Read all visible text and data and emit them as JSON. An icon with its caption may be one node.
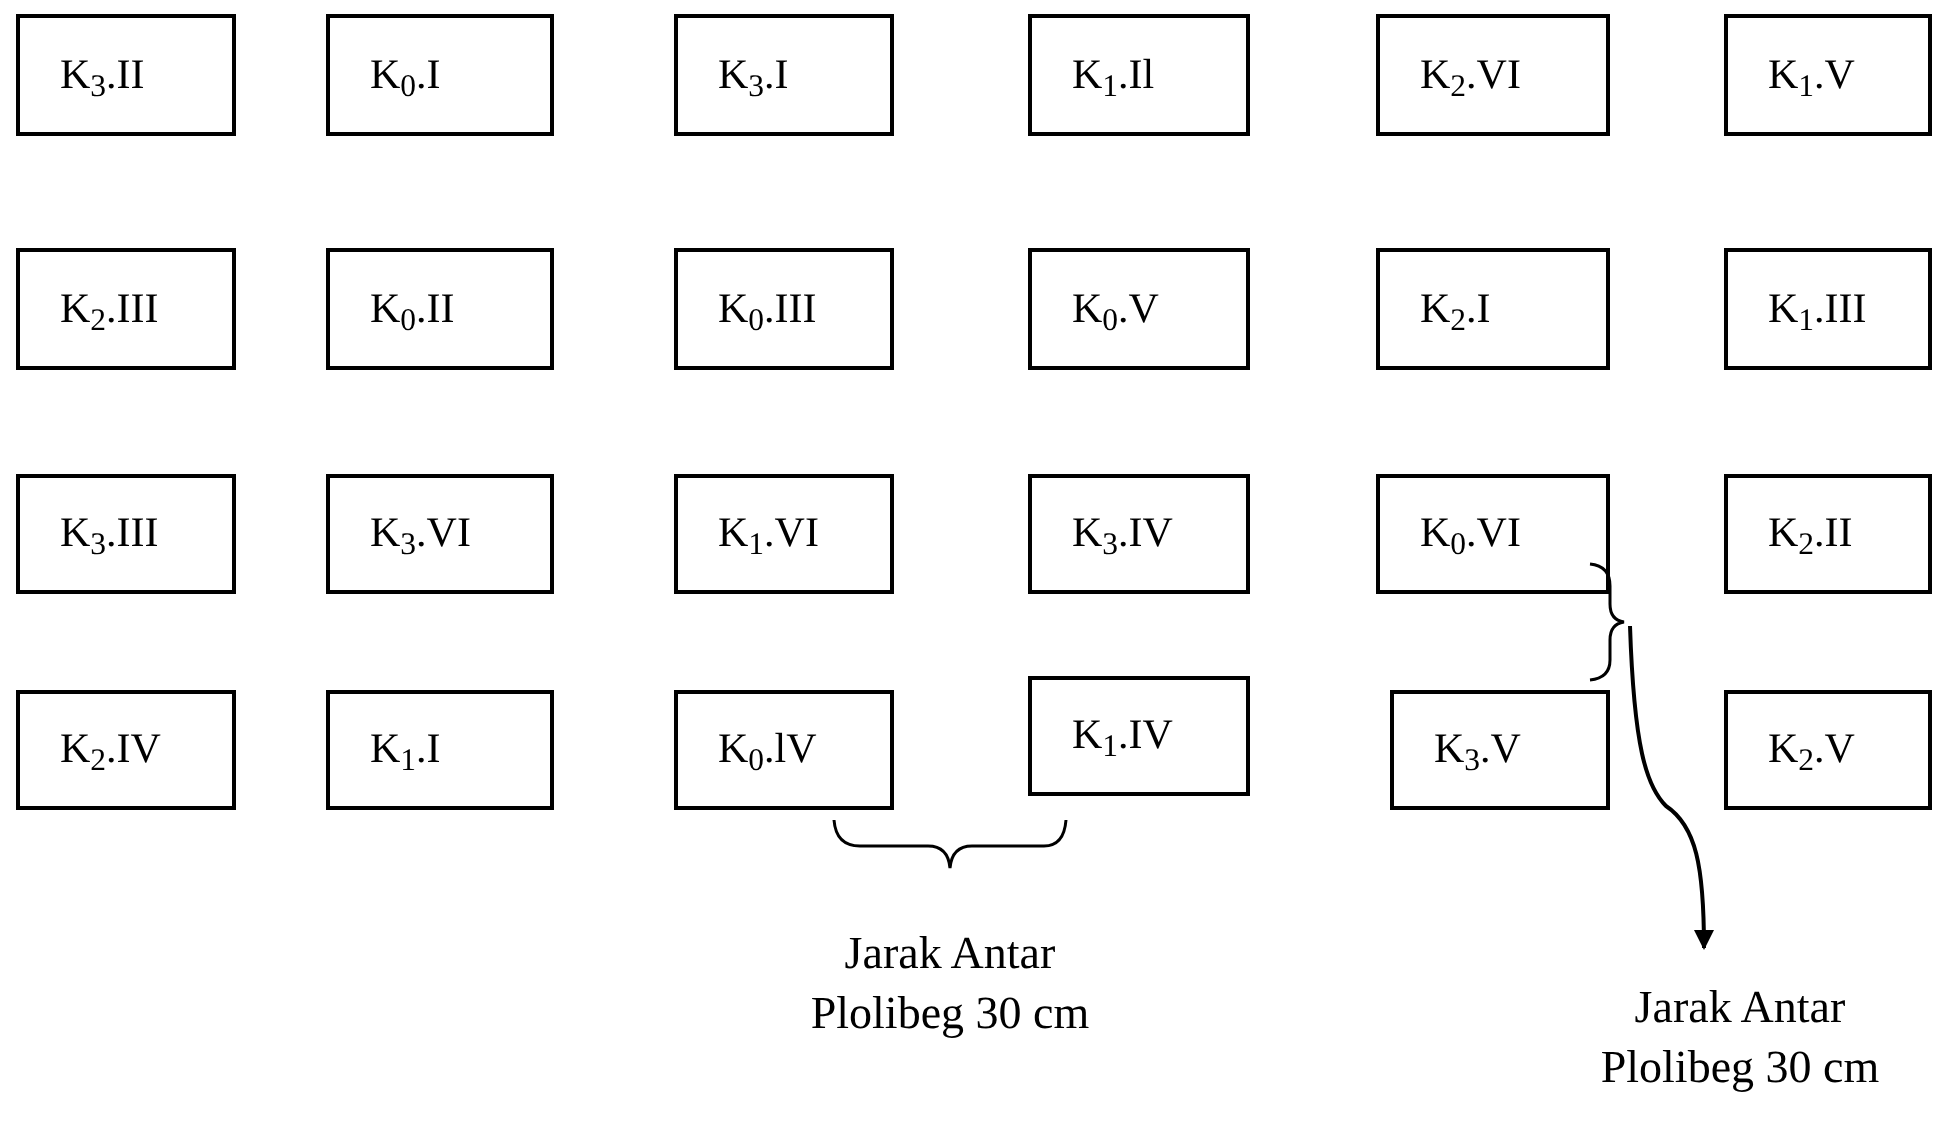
{
  "diagram": {
    "nodes": [
      {
        "text": [
          "K$_{3}$.II"
        ]
      },
      {
        "text": [
          "K$_{0}$.I"
        ]
      },
      {
        "text": [
          "K$_{3}$.I"
        ]
      },
      {
        "text": [
          "K$_{1}$.Il"
        ]
      },
      {
        "text": [
          "K$_{2}$.VI"
        ]
      },
      {
        "text": [
          "K$_{1}$.V"
        ]
      },
      {
        "text": [
          "K$_{2}$.III"
        ]
      },
      {
        "text": [
          "K$_{0}$.II"
        ]
      },
      {
        "text": [
          "K$_{0}$.III"
        ]
      },
      {
        "text": [
          "K$_{0}$.V"
        ]
      },
      {
        "text": [
          "K$_{2}$.I"
        ]
      },
      {
        "text": [
          "K$_{1}$.III"
        ]
      },
      {
        "text": [
          "K$_{3}$.III"
        ]
      },
      {
        "text": [
          "K$_{3}$.VI"
        ]
      },
      {
        "text": [
          "K$_{1}$.VI"
        ]
      },
      {
        "text": [
          "K$_{3}$.IV"
        ]
      },
      {
        "text": [
          "K$_{0}$.VI"
        ]
      },
      {
        "text": [
          "K$_{2}$.II"
        ]
      },
      {
        "text": [
          "K$_{2}$.IV"
        ]
      },
      {
        "text": [
          "K$_{1}$.I"
        ]
      },
      {
        "text": [
          "K$_{0}$.lV"
        ]
      },
      {
        "text": [
          "K$_{1}$.IV"
        ]
      },
      {
        "text": [
          "K$_{3}$.V"
        ]
      },
      {
        "text": [
          "K$_{2}$.V"
        ]
      },
      {
        "text": [
          "Jarak Antar Plolibeg 30 cm"
        ]
      },
      {
        "text": [],
        "shape": "bracket"
      }
    ],
    "edges": [
      {
        "from": 25,
        "to": 24,
        "arrow": "to"
      }
    ],
    "labels": [
      "Jarak Antar Plolibeg 30 cm"
    ]
  }
}
